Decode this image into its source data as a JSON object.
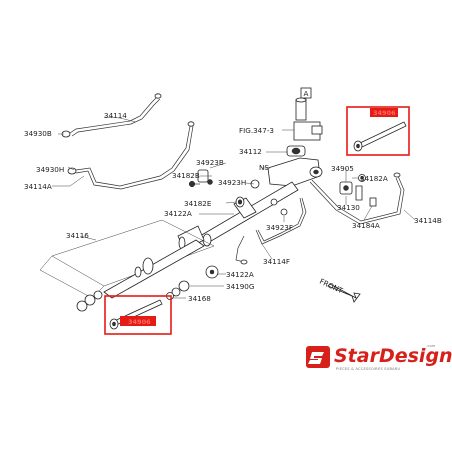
{
  "diagram": {
    "labels": {
      "p34114_top": "34114",
      "p34930B": "34930B",
      "p34930H": "34930H",
      "p34114A": "34114A",
      "fig": "FIG.347-3",
      "p34112": "34112",
      "box_A": "A",
      "p34923B": "34923B",
      "p34182B": "34182B",
      "p34923H": "34923H",
      "ns": "NS",
      "p34182E": "34182E",
      "p34122A_top": "34122A",
      "p34905": "34905",
      "p34182A_right": "34182A",
      "p34130": "34130",
      "p34184A": "34184A",
      "p34114B": "34114B",
      "p34923F": "34923F",
      "p34116": "34116",
      "p34114F": "34114F",
      "p34122A_bot": "34122A",
      "p34190G": "34190G",
      "p34168": "34168",
      "front": "FRONT"
    },
    "highlight_tags": [
      "34906",
      "34906"
    ]
  },
  "logo": {
    "word": "StarDesign",
    "tagline": "PIECES & ACCESSOIRES SUBARU",
    "domain": ".com"
  }
}
